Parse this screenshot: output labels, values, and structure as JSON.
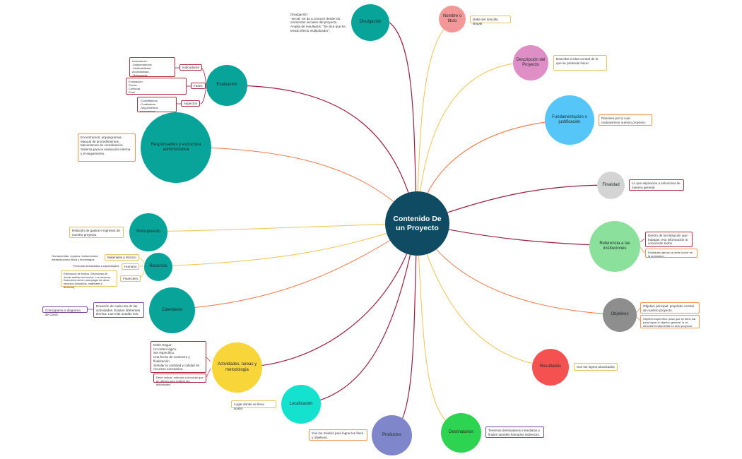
{
  "center": "Contenido De un Proyecto",
  "nodes": {
    "divulgacion": "Divulgación",
    "nombre": "Nombre o titulo",
    "descripcion": "Descripción del Proyecto",
    "fundamentacion": "Fundamentación o justificación",
    "finalidad": "Finalidad",
    "referencia": "Referencia a las instituciones",
    "objetivos": "Objetivos",
    "resultados": "Resultados",
    "destinatarios": "Destinatarios",
    "productos": "Productos",
    "localizacion": "Localización",
    "actividades": "Actividades, tareas y metodologia",
    "calendario": "Calendario",
    "recursos": "Recursos",
    "presupuesto": "Presupuesto",
    "responsables": "Responsables y estructura administrativa",
    "evaluacion": "Evaluación"
  },
  "boxes": {
    "divulgacion": "Divulgación:\n-Inicial: Se da a conocer desde los momentos iniciales del proyecto.\n Amplia de resultados: \"Se dice que ha tenido efecto multiplicador\".",
    "nombre": "Debe ser sencillo, simple",
    "descripcion": "Describe la idea central de  lo que se pretende hacer.",
    "fundamentacion": "Razones por la cual realizaremos nuestro proyecto.",
    "finalidad": "Lo que aspiración a solucionar de manera general.",
    "referencia_1": "Dentro de la institución que trabajas, esa información la conocerán todos.",
    "referencia_2": "Entidades ajenas se debe incluir en la curriculum",
    "objetivos_1": "Objetivo principal: propósito central de nuestro proyecto.",
    "objetivos_2": "Objetivo específico: paso que se debe dar para lograr el objetivo general, lo se describe fundamental en todo proyecto.",
    "resultados": "Son los logros alcanzados",
    "destinatarios": "Tenemos destinatarios inmediatos y finales también llamados indirectos.",
    "productos": "Son los medios para lograr los fines y objetivos.",
    "localizacion": "Lugar donde se lleva acabo",
    "actividades_1": "Debe Seguir:\nUn orden lógico.\nSer específico.\nUna fecha de comienzo y finalización.\nSeñalar la cantidad y calidad de recursos necesarios.",
    "actividades_2": "Debe indicar: métodos y técnicas que se utilizan para realizar las actividades.",
    "calendario_1": "Duración de cada una de las actividades. Existen diferentes técnica. Las más usadas son:",
    "calendario_2": "Cronograma o diagrama de Gantt.",
    "recursos_materiales_label": "Materiales y técnico",
    "recursos_materiales": "Herramientas, equipos, instrumentos, infraestructura física y tecnológica.",
    "recursos_humanos_label": "Humano",
    "recursos_humanos": "Personas destacadas a capacidades",
    "recursos_financieros_label": "Financiero",
    "recursos_financieros": "Estimación de fondos. Decisiones de donde saldrán los fondos. Los recursos financieros sirven para pagar los otros recursos (humanos, materiales y técnicos).",
    "presupuesto": "Relación de gastos e ingresos de nuestro proyecto.",
    "responsables": "Encontramos: organigramas.\nManual de procedimientos.\nMecanismos de coordinación.\nSistema para la evaluación interna y el seguimiento.",
    "evaluacion_indicadores_label": "Indicadores",
    "evaluacion_indicadores": "Indicadores:\n-Independencia.\n-Verificabilidad.\nAccesibilidad.\n-Relevancia.",
    "evaluacion_fases_label": "Fases",
    "evaluacion_fases": "Evaluación:\nPrevia.\nContinua.\nFinal",
    "evaluacion_aspectos_label": "Aspectos",
    "evaluacion_aspectos": "-Cuantitativos.\n-Cualitativos.\n-Seguimientos económicos."
  },
  "colors": {
    "center": "#0f4b63",
    "teal": "#08a399",
    "pink": "#f39898",
    "magenta": "#e08ec6",
    "sky": "#55c6f7",
    "gray_light": "#d4d4d4",
    "green_light": "#8be09c",
    "gray_dark": "#8e8e8e",
    "red": "#f55151",
    "green": "#2dd451",
    "periwinkle": "#7f86c9",
    "aqua": "#15e1cf",
    "yellow": "#f8d63a"
  }
}
